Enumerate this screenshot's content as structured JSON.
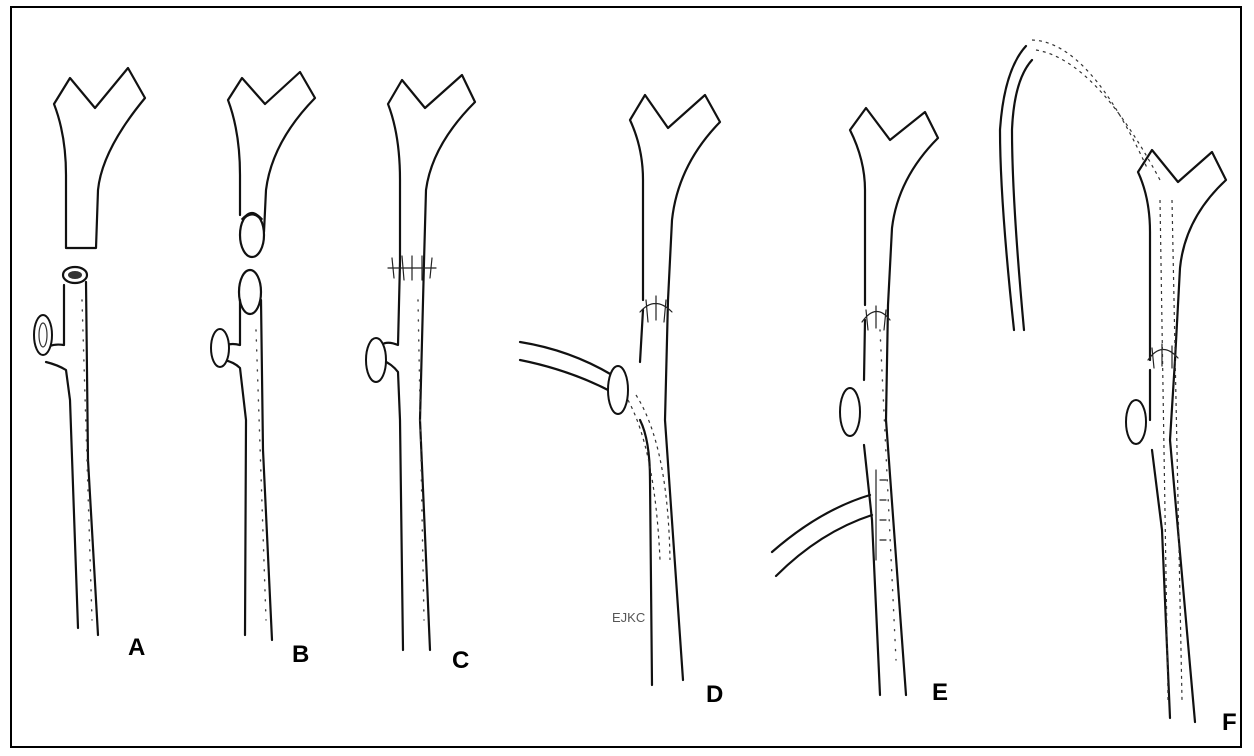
{
  "panels": [
    {
      "id": "A",
      "label": "A"
    },
    {
      "id": "B",
      "label": "B"
    },
    {
      "id": "C",
      "label": "C"
    },
    {
      "id": "D",
      "label": "D"
    },
    {
      "id": "E",
      "label": "E"
    },
    {
      "id": "F",
      "label": "F"
    }
  ],
  "signature": "EJKC"
}
